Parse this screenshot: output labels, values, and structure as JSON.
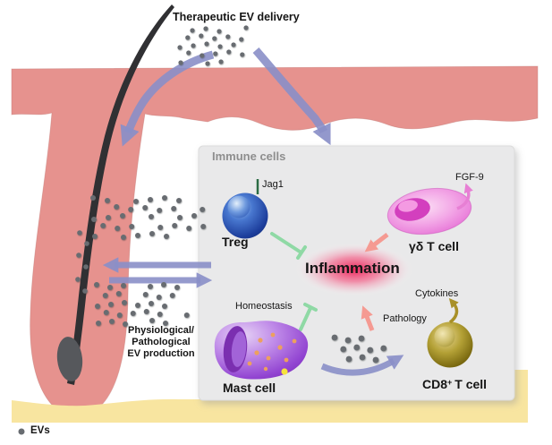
{
  "header": {
    "title": "Therapeutic EV delivery"
  },
  "production_label": {
    "line1": "Physiological/",
    "line2": "Pathological",
    "line3": "EV production"
  },
  "legend": {
    "ev_label": "EVs"
  },
  "immune_panel": {
    "title": "Immune cells",
    "inflammation_label": "Inflammation",
    "treg": {
      "name": "Treg",
      "ligand": "Jag1"
    },
    "gamma_delta_t": {
      "name": "γδ T cell",
      "secreted_factor": "FGF-9"
    },
    "mast": {
      "name": "Mast cell",
      "pathway": "Homeostasis"
    },
    "cd8": {
      "name_base": "CD8",
      "name_sup": "+",
      "name_rest": "T cell",
      "secreted_factor": "Cytokines",
      "pathway": "Pathology"
    }
  },
  "colors": {
    "skin": "#e6928e",
    "subcutis_fat": "#f8e5a0",
    "hair": "#303033",
    "dermal_papilla": "#56585c",
    "ev_dot": "#686c71",
    "ev_arrow_purple": "#8a8fc8",
    "panel_bg": "#e9e9ea",
    "panel_title_gray": "#8e8e8e",
    "inhibition_green": "#8fd9a5",
    "jag1_green": "#2b6b44",
    "stimulation_pink": "#f59a92",
    "inflammation_red": "#ee1750",
    "treg_blue": "#2a55b4",
    "gdt_pink": "#ee8ade",
    "mast_purple": "#a565dc",
    "cd8_olive": "#9a8a28",
    "fgf9_arrow": "#e77fd4",
    "cytokine_arrow": "#a89028"
  }
}
